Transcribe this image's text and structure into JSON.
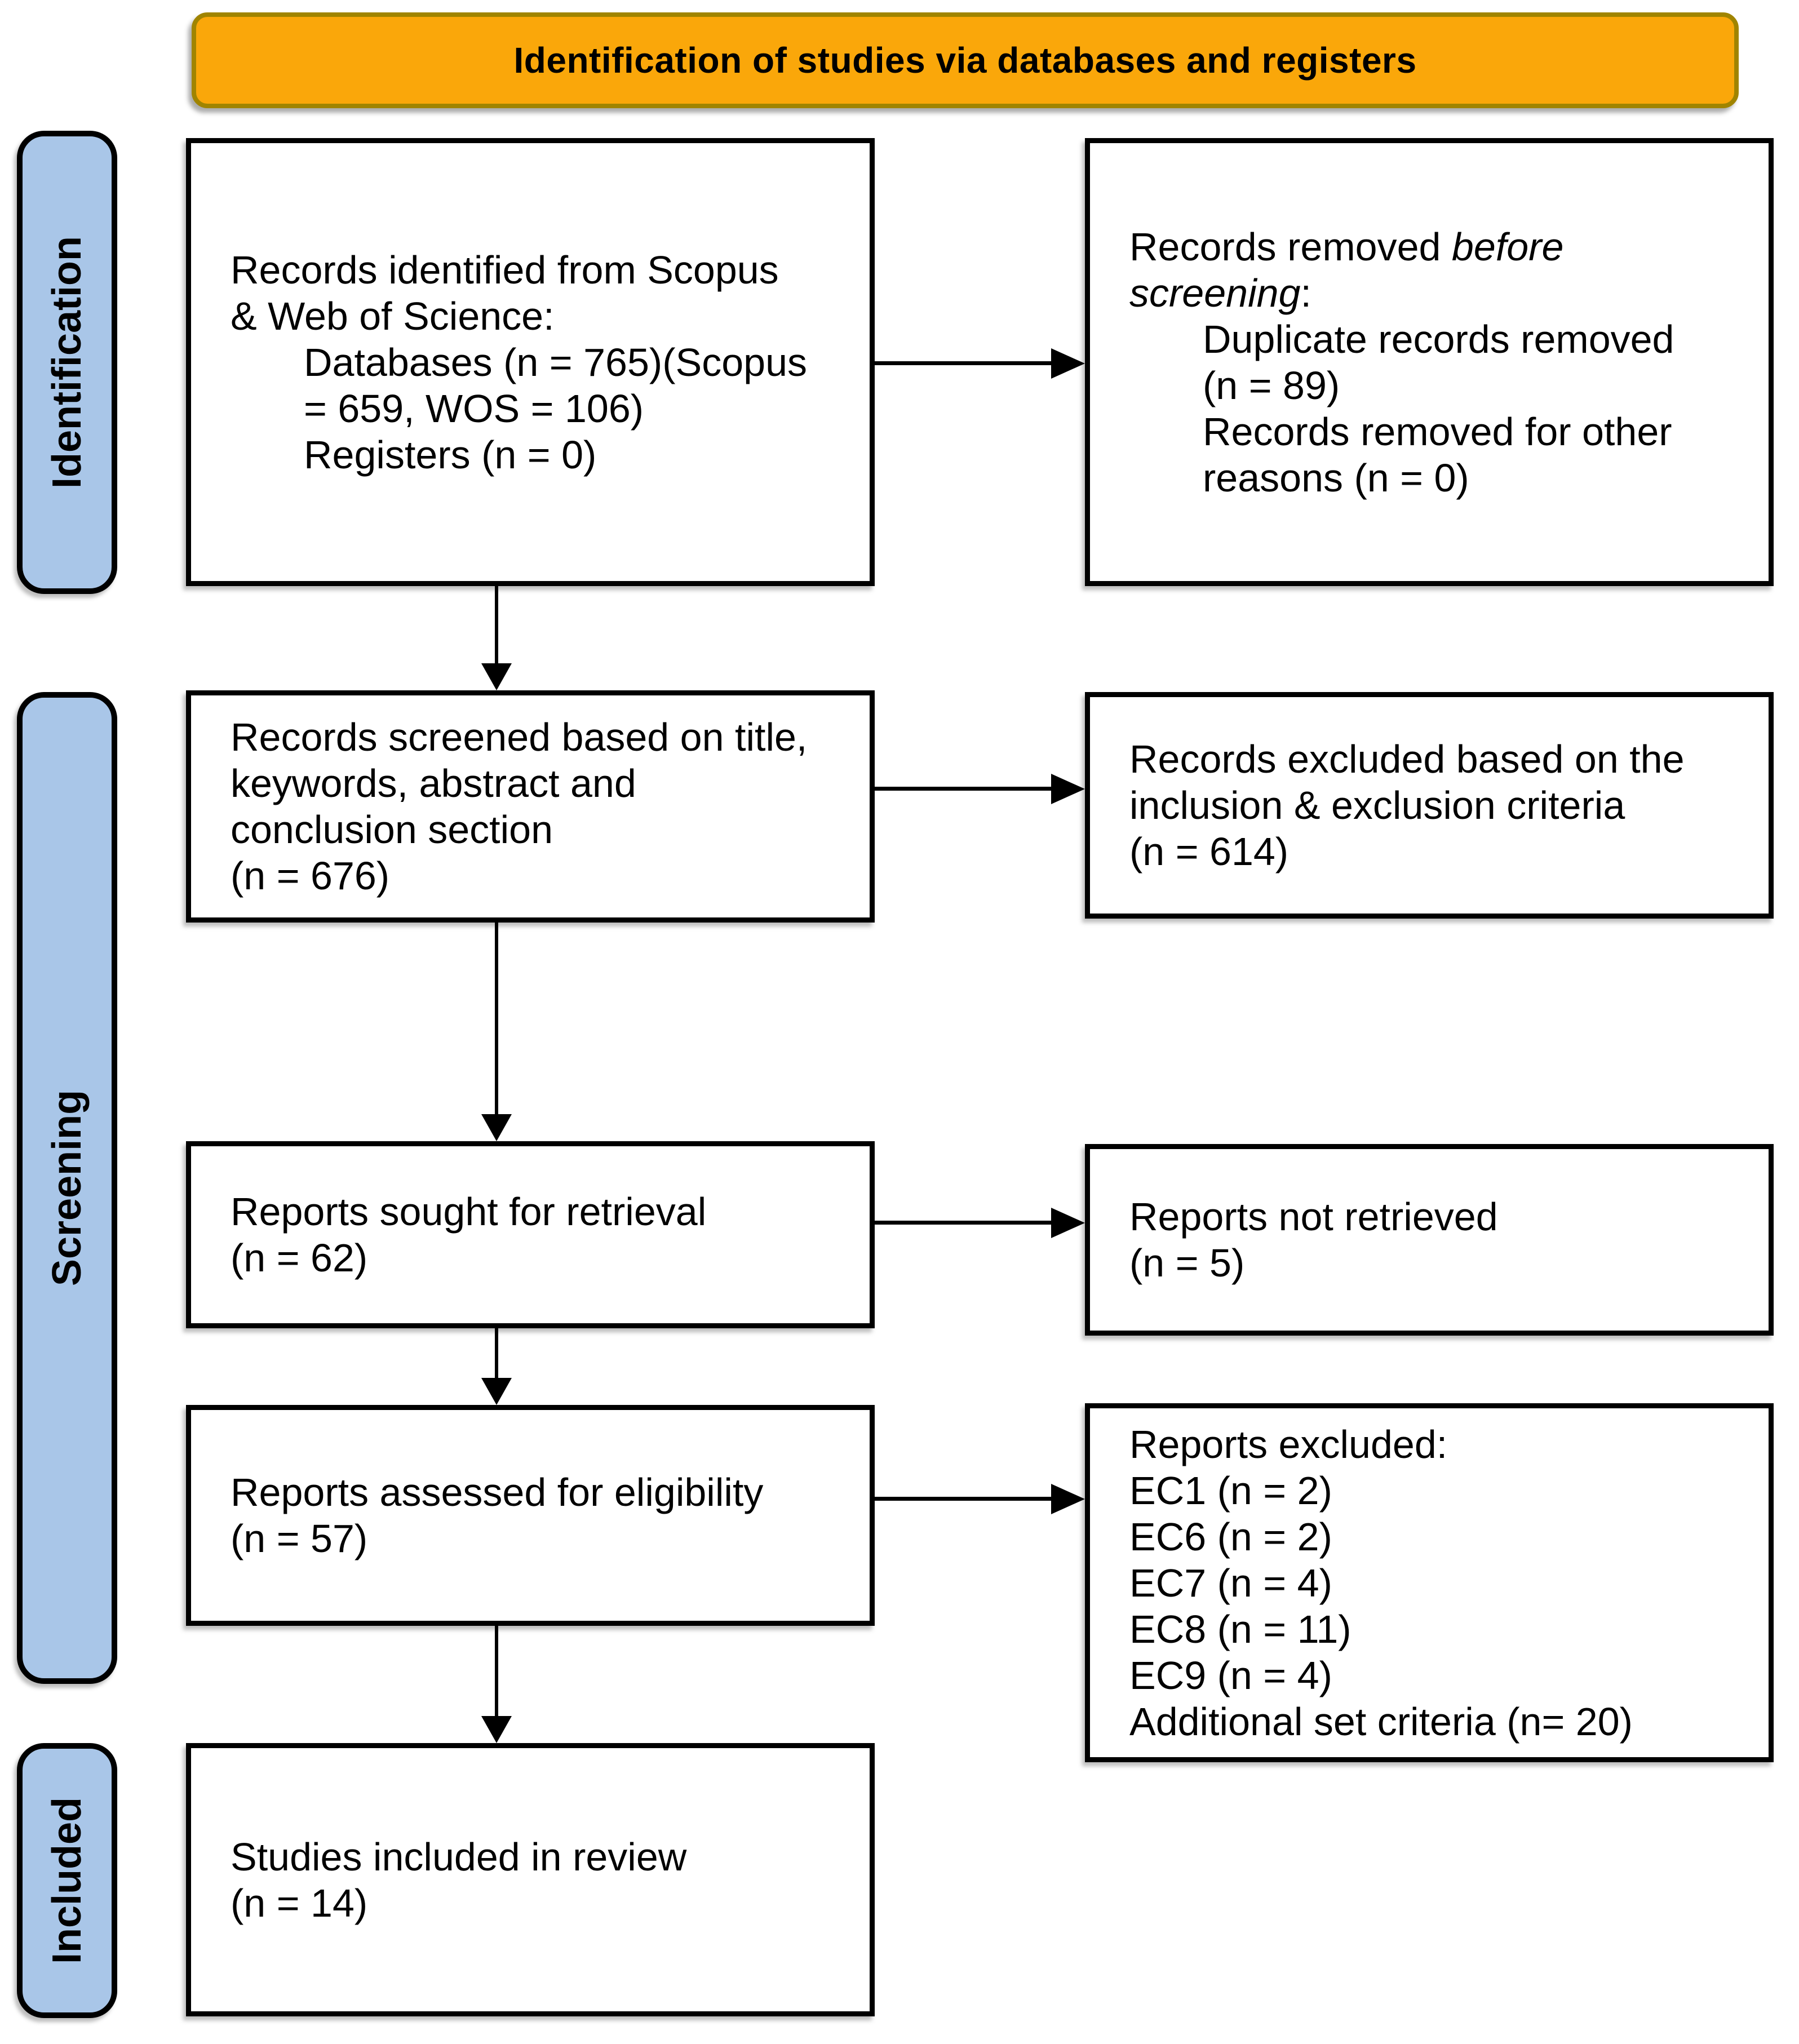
{
  "banner": {
    "title": "Identification of studies via databases and registers"
  },
  "sidebar": {
    "identification": "Identification",
    "screening": "Screening",
    "included": "Included"
  },
  "boxes": {
    "identified": {
      "lines": [
        "Records identified from Scopus",
        "& Web of Science:"
      ],
      "sub": [
        "Databases (n = 765)(Scopus",
        "= 659, WOS = 106)",
        "Registers (n = 0)"
      ]
    },
    "removed": {
      "l1_normal": "Records removed ",
      "l1_italic": "before",
      "l2_italic": "screening",
      "l2_normal": ":",
      "sub": [
        "Duplicate records removed",
        "(n = 89)",
        "Records removed for other",
        "reasons (n = 0)"
      ]
    },
    "screened": {
      "lines": [
        "Records screened based on title,",
        "keywords, abstract and",
        "conclusion section",
        "(n = 676)"
      ]
    },
    "excluded_criteria": {
      "lines": [
        "Records excluded based on the",
        "inclusion & exclusion criteria",
        "(n = 614)"
      ]
    },
    "sought": {
      "lines": [
        "Reports sought for retrieval",
        "(n = 62)"
      ]
    },
    "not_retrieved": {
      "lines": [
        "Reports not retrieved",
        "(n = 5)"
      ]
    },
    "assessed": {
      "lines": [
        "Reports assessed for eligibility",
        "(n = 57)"
      ]
    },
    "reports_excluded": {
      "lines": [
        "Reports excluded:",
        "EC1 (n = 2)",
        "EC6 (n = 2)",
        "EC7 (n = 4)",
        "EC8 (n = 11)",
        "EC9 (n = 4)",
        "Additional set criteria (n= 20)"
      ]
    },
    "included_review": {
      "lines": [
        "Studies included in review",
        "(n = 14)"
      ]
    }
  },
  "colors": {
    "banner_bg": "#FAA70A",
    "banner_border": "#A08400",
    "stage_bg": "#A9C6E8",
    "box_border": "#000000",
    "background": "#FFFFFF"
  }
}
